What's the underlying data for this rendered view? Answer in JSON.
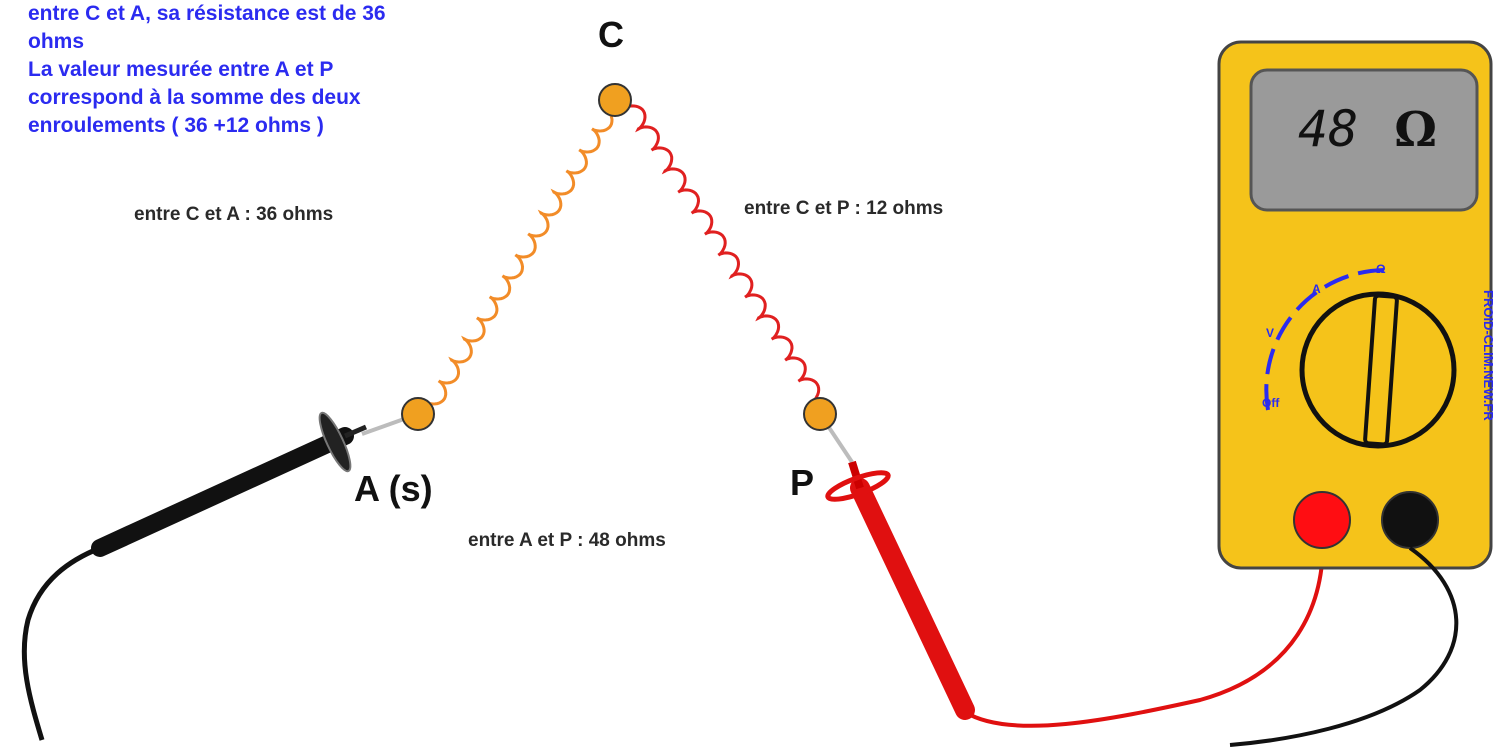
{
  "note_lines": [
    "entre C et A, sa résistance est de 36",
    "ohms",
    "La valeur mesurée entre A et P",
    "correspond à la somme des deux",
    "enroulements ( 36 +12 ohms )"
  ],
  "labels": {
    "c_a": "entre C et A : 36 ohms",
    "c_p": "entre C et P : 12 ohms",
    "a_p": "entre A et P : 48 ohms"
  },
  "nodes": {
    "c": "C",
    "a": "A (s)",
    "p": "P"
  },
  "multimeter": {
    "reading": "48",
    "unit": "Ω",
    "brand": "FROID-CLIM.NEW.FR",
    "dial_marks": [
      "Off",
      "V",
      "A",
      "Ω"
    ]
  },
  "colors": {
    "body": "#f5c31a",
    "display": "#9a9a9a",
    "coil_ca": "#f28c28",
    "coil_cp": "#e02020",
    "terminal": "#f0a020",
    "probe_black": "#111111",
    "probe_red": "#e01010",
    "text_blue": "#2b2bf0"
  }
}
